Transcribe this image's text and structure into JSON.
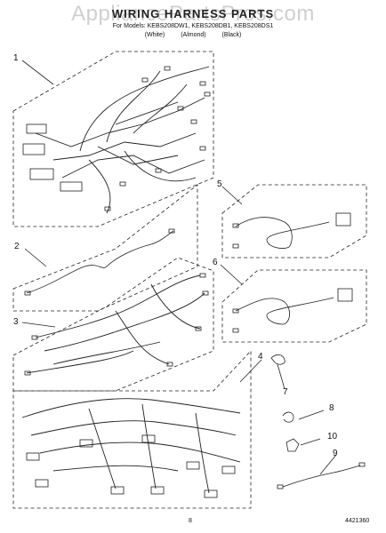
{
  "watermark": "AppliancePartsPros.com",
  "header": {
    "title": "WIRING HARNESS PARTS",
    "models": "For Models: KEBS208DW1, KEBS208DB1, KEBS208DS1",
    "colors": [
      "(White)",
      "(Almond)",
      "(Black)"
    ]
  },
  "callouts": [
    {
      "id": "1",
      "label": "1"
    },
    {
      "id": "2",
      "label": "2"
    },
    {
      "id": "3",
      "label": "3"
    },
    {
      "id": "4",
      "label": "4"
    },
    {
      "id": "5",
      "label": "5"
    },
    {
      "id": "6",
      "label": "6"
    },
    {
      "id": "7",
      "label": "7"
    },
    {
      "id": "8",
      "label": "8"
    },
    {
      "id": "9",
      "label": "9"
    },
    {
      "id": "10",
      "label": "10"
    }
  ],
  "footer": {
    "page": "8",
    "doc_number": "4421360"
  }
}
